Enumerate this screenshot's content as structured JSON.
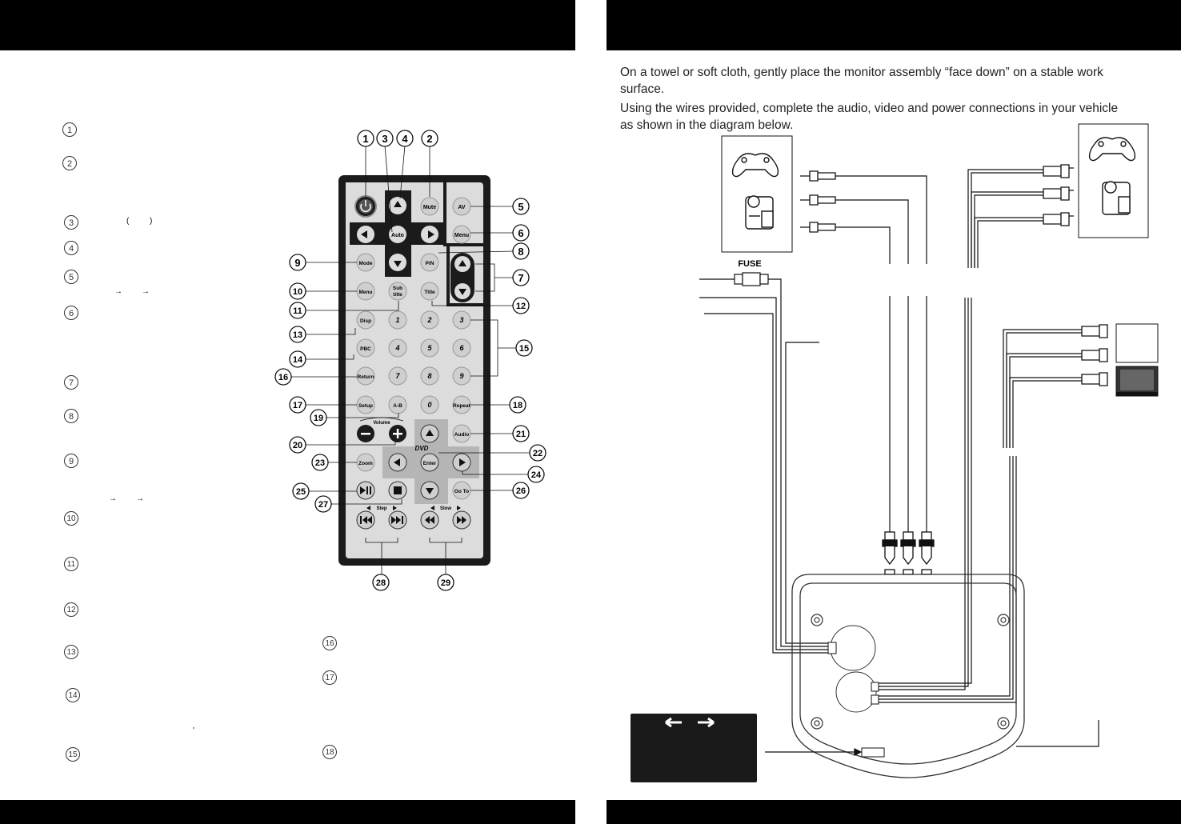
{
  "left_page": {
    "legend_left": [
      "1",
      "2",
      "3",
      "4",
      "5",
      "6",
      "7",
      "8",
      "9",
      "10",
      "11",
      "12",
      "13",
      "14",
      "15"
    ],
    "legend_right": [
      "16",
      "17",
      "18"
    ],
    "paren_open": "(",
    "paren_close": ")",
    "arrow": "→",
    "apostrophe": "'"
  },
  "remote": {
    "buttons": {
      "mute": "Mute",
      "av": "AV",
      "auto": "Auto",
      "menu_top": "Menu",
      "mode": "Mode",
      "pn": "P/N",
      "menu": "Menu",
      "subtitle_1": "Sub",
      "subtitle_2": "title",
      "title": "Title",
      "disp": "Disp",
      "pbc": "PBC",
      "return": "Return",
      "setup": "Setup",
      "ab": "A-B",
      "repeat": "Repeat",
      "audio": "Audio",
      "enter": "Enter",
      "zoom": "Zoom",
      "goto": "Go To"
    },
    "digits": [
      "1",
      "2",
      "3",
      "4",
      "5",
      "6",
      "7",
      "8",
      "9",
      "0"
    ],
    "volume_label": "Volume",
    "dvd_label": "DVD",
    "step_label": "Step",
    "slow_label": "Slow",
    "callouts": [
      "1",
      "2",
      "3",
      "4",
      "5",
      "6",
      "7",
      "8",
      "9",
      "10",
      "11",
      "12",
      "13",
      "14",
      "15",
      "16",
      "17",
      "18",
      "19",
      "20",
      "21",
      "22",
      "23",
      "24",
      "25",
      "26",
      "27",
      "28",
      "29"
    ]
  },
  "right_page": {
    "intro_1": "On a towel or soft cloth, gently place the monitor assembly “face down” on a stable work surface.",
    "intro_2": "Using the wires provided, complete the audio, video and power connections in your vehicle as shown in the diagram below.",
    "fuse_label": "FUSE"
  }
}
